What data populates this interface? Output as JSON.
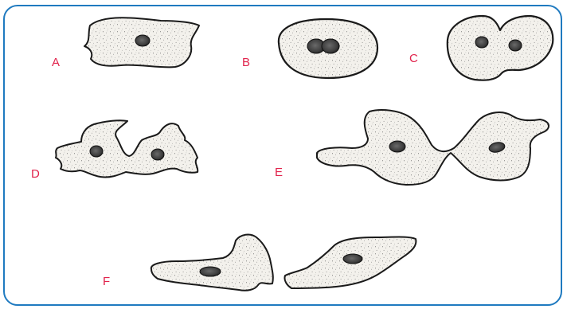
{
  "diagram": {
    "frame_color": "#1f7ac0",
    "label_color": "#e1234c",
    "cell_fill": "#f3f1ec",
    "cell_stroke": "#1a1a1a",
    "nucleus_fill": "#3e3e3e",
    "labels": {
      "a": "A",
      "b": "B",
      "c": "C",
      "d": "D",
      "e": "E",
      "f": "F"
    }
  }
}
